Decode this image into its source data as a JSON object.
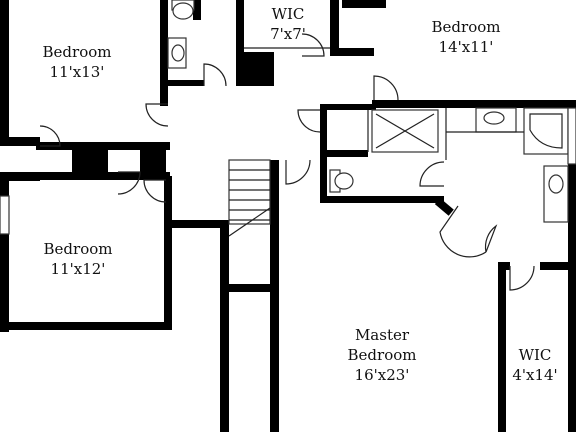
{
  "rooms": {
    "bedroom_nw": {
      "name": "Bedroom",
      "size": "11'x13'"
    },
    "wic_top": {
      "name": "WIC",
      "size": "7'x7'"
    },
    "bedroom_ne": {
      "name": "Bedroom",
      "size": "14'x11'"
    },
    "bedroom_sw": {
      "name": "Bedroom",
      "size": "11'x12'"
    },
    "master": {
      "name_line1": "Master",
      "name_line2": "Bedroom",
      "size": "16'x23'"
    },
    "wic_master": {
      "name": "WIC",
      "size": "4'x14'"
    }
  },
  "colors": {
    "wall": "#000000",
    "background": "#ffffff",
    "line": "#222222"
  }
}
